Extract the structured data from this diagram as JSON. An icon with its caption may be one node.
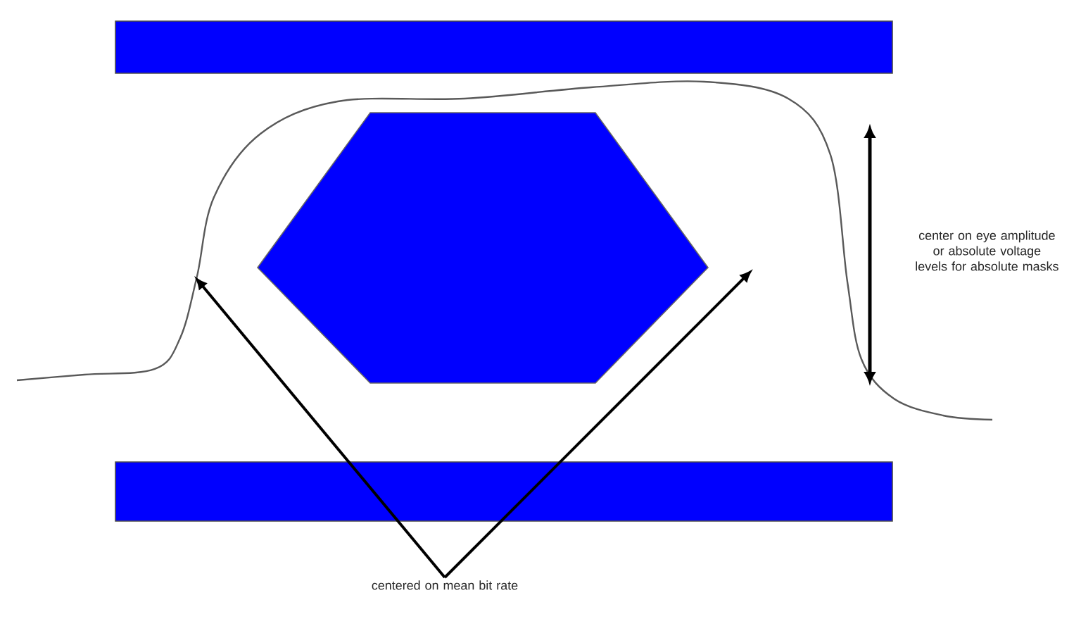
{
  "diagram": {
    "nodes": [
      {
        "text": [],
        "shape": "bar"
      },
      {
        "text": [],
        "shape": "hexagon"
      },
      {
        "text": [],
        "shape": "bar"
      },
      {
        "text": [
          "centered on mean bit rate"
        ]
      }
    ],
    "edges": [
      {
        "from": 3,
        "to": null,
        "arrow": "to"
      },
      {
        "from": 3,
        "to": null,
        "arrow": "to"
      }
    ],
    "labels": [
      "center on eye amplitude or absolute voltage levels for absolute masks"
    ]
  }
}
